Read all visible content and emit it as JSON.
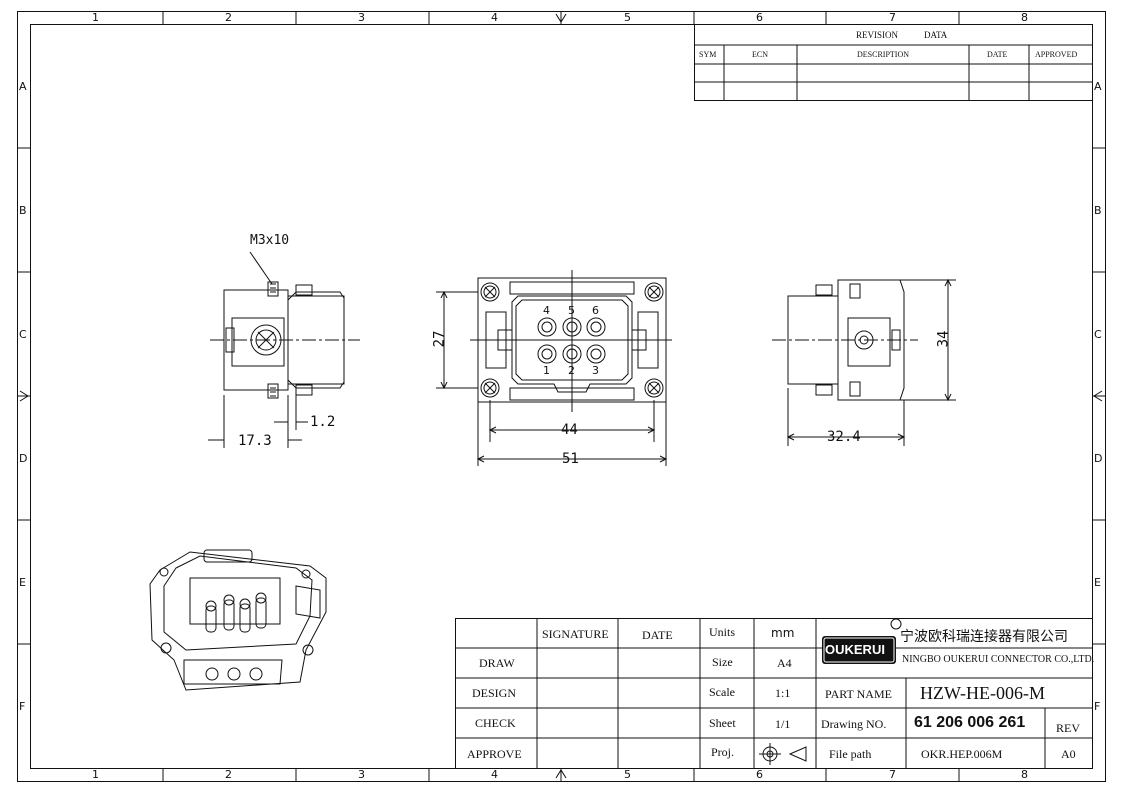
{
  "zones": {
    "columns": [
      "1",
      "2",
      "3",
      "4",
      "5",
      "6",
      "7",
      "8"
    ],
    "rows": [
      "A",
      "B",
      "C",
      "D",
      "E",
      "F"
    ]
  },
  "revision": {
    "title_a": "REVISION",
    "title_b": "DATA",
    "headers": [
      "SYM",
      "ECN",
      "DESCRIPTION",
      "DATE",
      "APPROVED"
    ]
  },
  "dims": {
    "screw": "M3x10",
    "d1": "1.2",
    "d2": "17.3",
    "d3": "27",
    "d4": "44",
    "d5": "51",
    "d6": "32.4",
    "d7": "34"
  },
  "pins": [
    "4",
    "5",
    "6",
    "1",
    "2",
    "3"
  ],
  "title_block": {
    "signature": "SIGNATURE",
    "date": "DATE",
    "rows": [
      "DRAW",
      "DESIGN",
      "CHECK",
      "APPROVE"
    ],
    "units_label": "Units",
    "units_value": "mm",
    "size_label": "Size",
    "size_value": "A4",
    "scale_label": "Scale",
    "scale_value": "1:1",
    "sheet_label": "Sheet",
    "sheet_value": "1/1",
    "proj_label": "Proj.",
    "logo": "OUKERUI",
    "company_cn": "宁波欧科瑞连接器有限公司",
    "company_en": "NINGBO OUKERUI CONNECTOR CO.,LTD.",
    "part_name_label": "PART NAME",
    "part_name": "HZW-HE-006-M",
    "drawing_no_label": "Drawing NO.",
    "drawing_no": "61 206 006 261",
    "rev_label": "REV",
    "file_path_label": "File path",
    "file_path": "OKR.HEP.006M",
    "rev_value": "A0"
  }
}
